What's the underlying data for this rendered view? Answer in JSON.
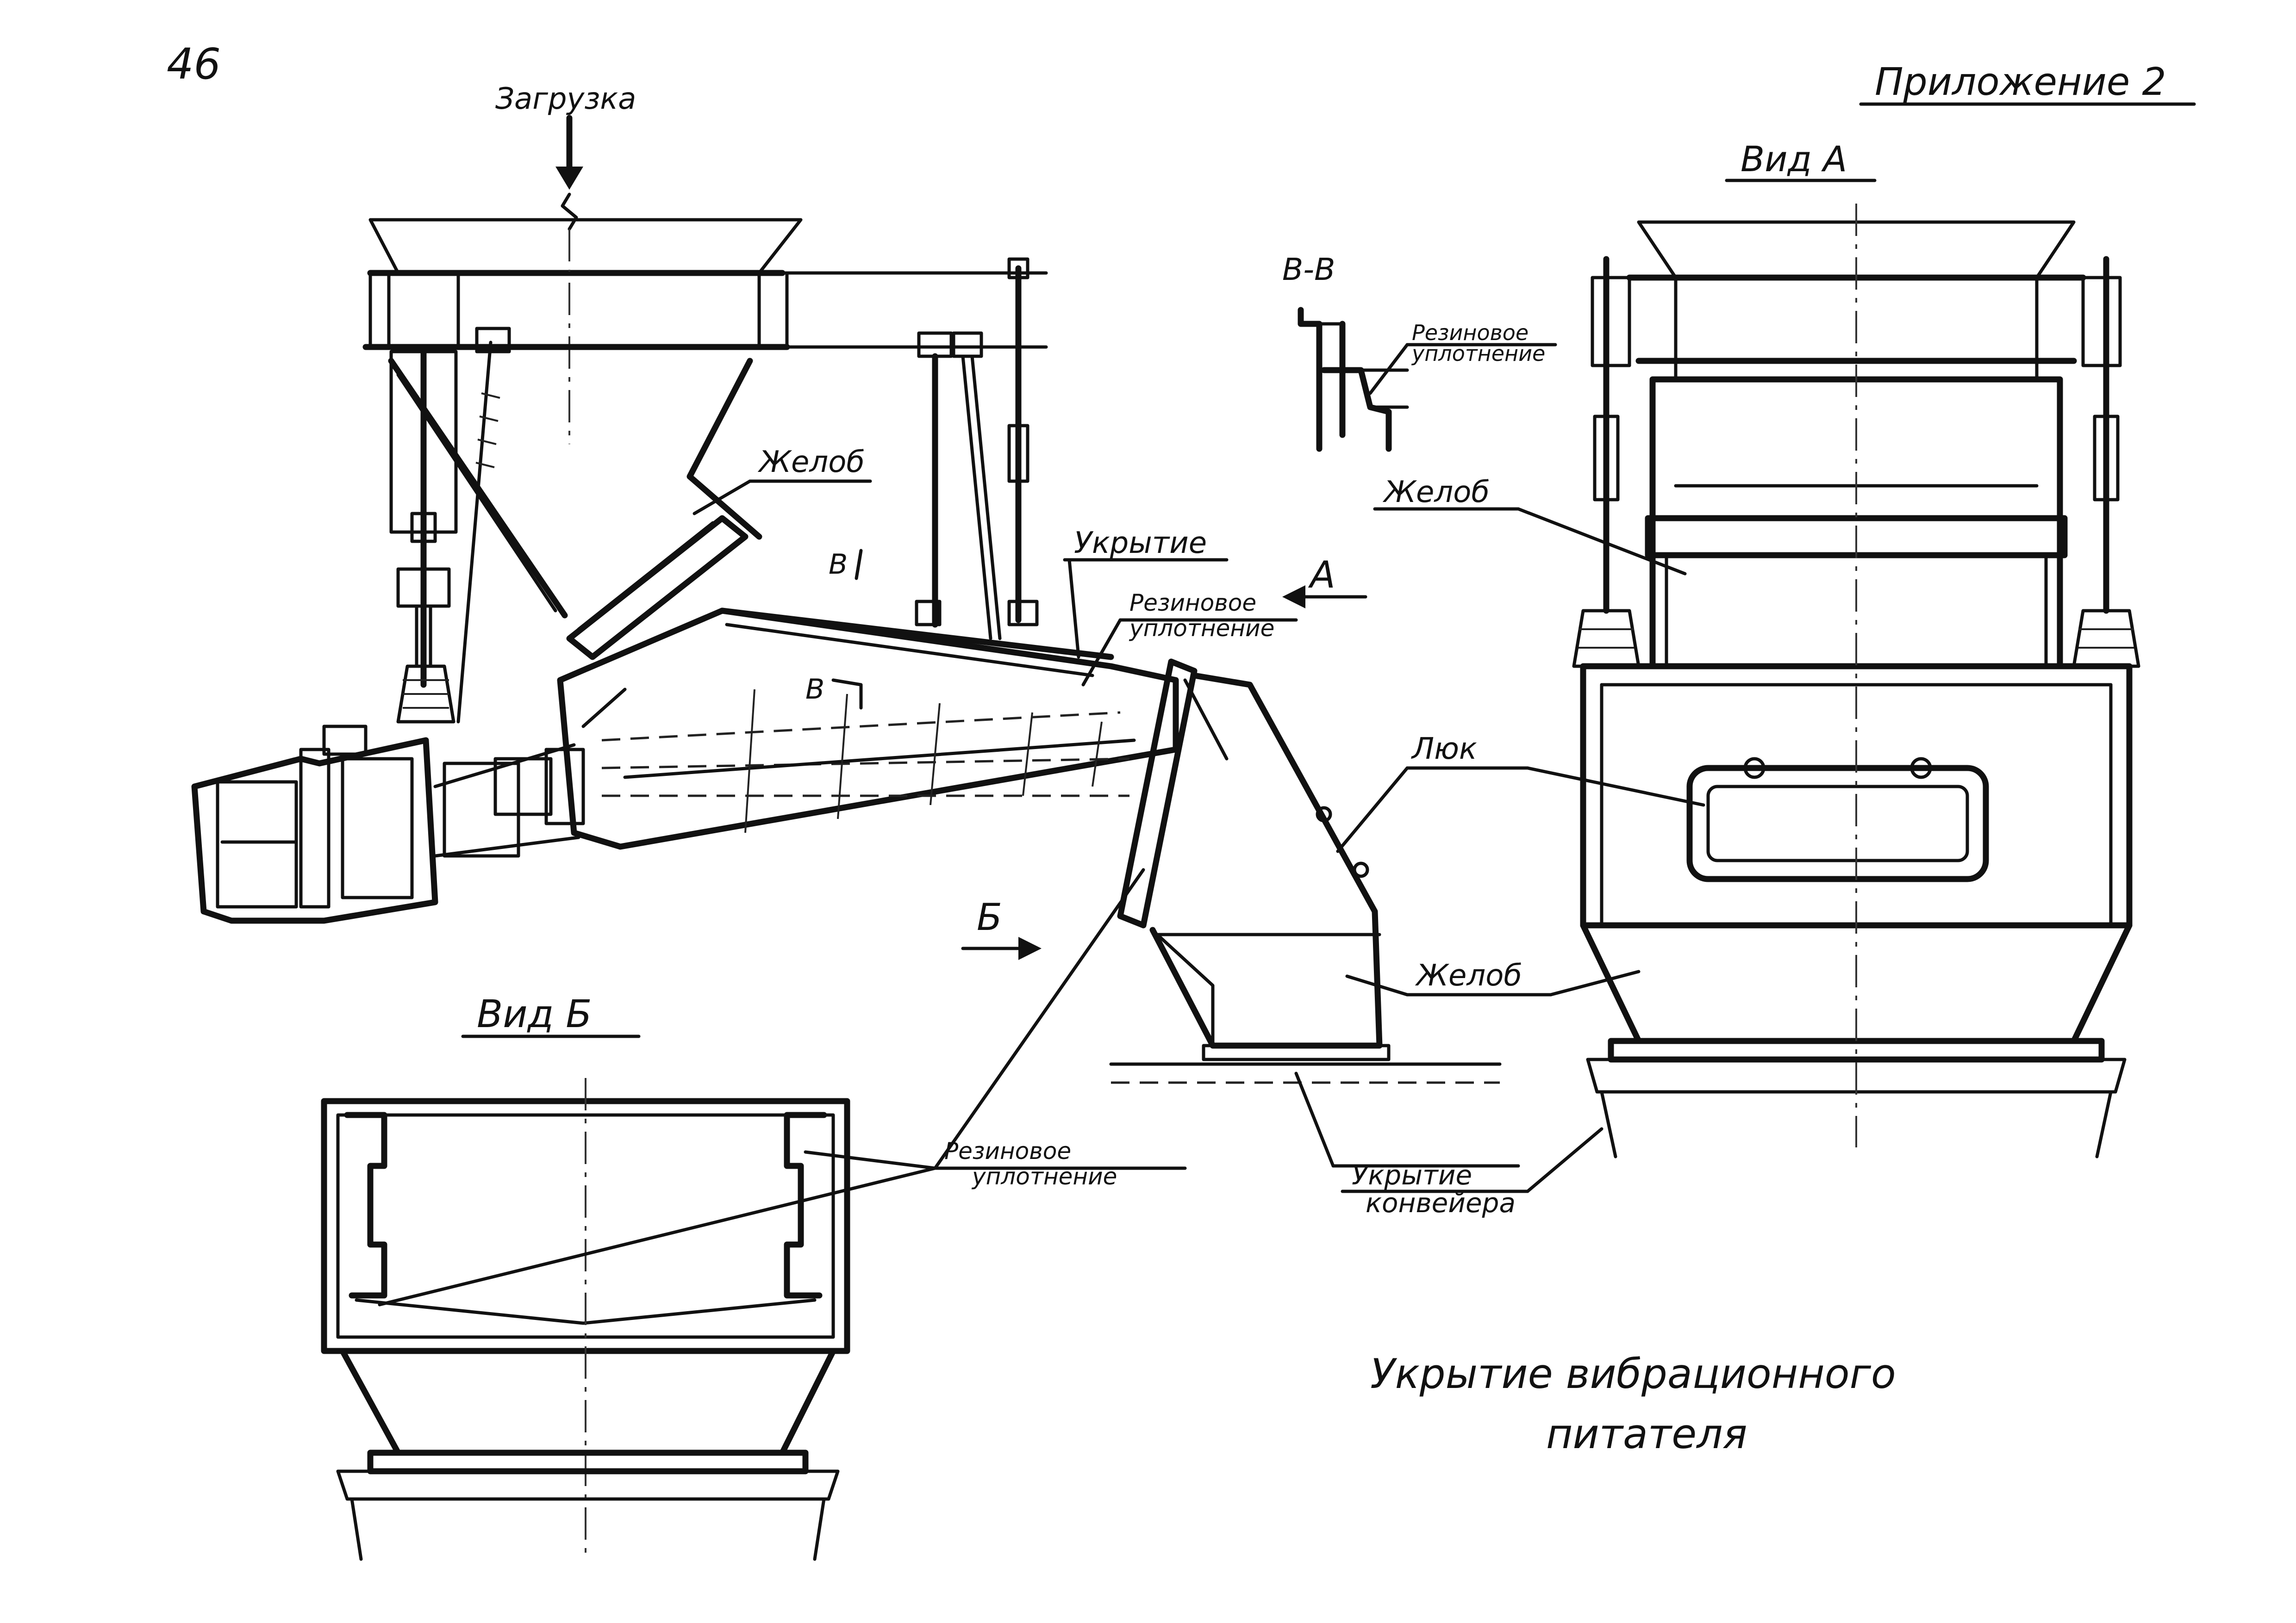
{
  "sheet": {
    "page_number": "46",
    "appendix": "Приложение 2",
    "title_line1": "Укрытие вибрационного",
    "title_line2": "питателя"
  },
  "labels": {
    "loading": "Загрузка",
    "view_a_title": "Вид А",
    "view_b_title": "Вид Б",
    "section_title": "В-В",
    "arrow_a": "А",
    "arrow_b": "Б",
    "cut_b_upper": "В",
    "cut_b_lower": "В",
    "chute_main": "Желоб",
    "chute_view_a": "Желоб",
    "chute_outlet": "Желоб",
    "cover": "Укрытие",
    "hatch": "Люк",
    "rubber_seal_section_1": "Резиновое",
    "rubber_seal_section_2": "уплотнение",
    "rubber_seal_main_1": "Резиновое",
    "rubber_seal_main_2": "уплотнение",
    "rubber_seal_view_b_1": "Резиновое",
    "rubber_seal_view_b_2": "уплотнение",
    "conveyor_cover_1": "Укрытие",
    "conveyor_cover_2": "конвейера"
  }
}
